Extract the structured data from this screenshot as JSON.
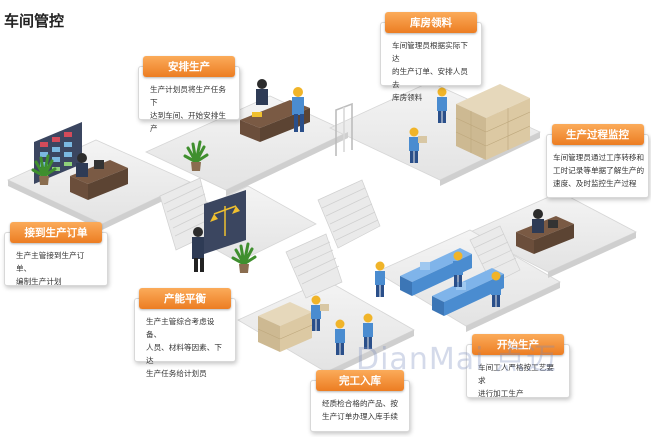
{
  "page": {
    "title": "车间管控"
  },
  "cards": {
    "receive_order": {
      "title": "接到生产订单",
      "lines": [
        "生产主管接到生产订单、",
        "编制生产计划"
      ]
    },
    "arrange_production": {
      "title": "安排生产",
      "lines": [
        "生产计划员将生产任务下",
        "达到车间、开始安排生产"
      ]
    },
    "warehouse_pick": {
      "title": "库房领料",
      "lines": [
        "车间管理员根据实际下达",
        "的生产订单、安排人员去",
        "库房领料"
      ]
    },
    "process_monitor": {
      "title": "生产过程监控",
      "lines": [
        "车间管理员通过工序转移和",
        "工时记录等单据了解生产的",
        "速度、及时监控生产过程"
      ]
    },
    "capacity_balance": {
      "title": "产能平衡",
      "lines": [
        "生产主管综合考虑设备、",
        "人员、材料等因素、下达",
        "生产任务给计划员"
      ]
    },
    "start_production": {
      "title": "开始生产",
      "lines": [
        "车间工人严格按工艺要求",
        "进行加工生产"
      ]
    },
    "finish_storage": {
      "title": "完工入库",
      "lines": [
        "经质检合格的产品、按",
        "生产订单办理入库手续"
      ]
    }
  },
  "watermark": {
    "text": "DianMai 点迈"
  },
  "colors": {
    "accent": "#ef8a2e",
    "floor": "#ececec",
    "worker_shirt": "#4a8cd0",
    "box": "#d8c7a4"
  }
}
